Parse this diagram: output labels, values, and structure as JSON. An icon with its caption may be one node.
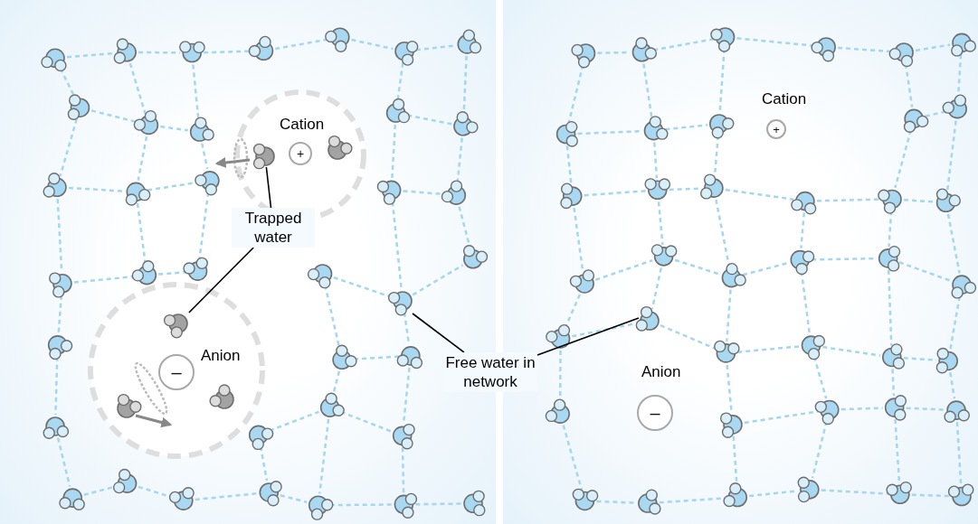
{
  "diagram": {
    "nodes": [
      {
        "text": [
          "+"
        ],
        "beside": [
          "Cation"
        ]
      },
      {
        "text": [],
        "shape": "circle"
      },
      {
        "text": [
          "Trapped water"
        ]
      },
      {
        "text": [],
        "shape": "circle"
      },
      {
        "text": [
          "–"
        ],
        "beside": [
          "Anion"
        ]
      },
      {
        "text": [
          "Free water in network"
        ]
      },
      {
        "text": [
          "+"
        ],
        "beside": [
          "Cation"
        ]
      },
      {
        "text": [
          "–"
        ],
        "beside": [
          "Anion"
        ]
      }
    ],
    "edges": [
      {
        "from": 2,
        "to": 1,
        "arrow": "none"
      },
      {
        "from": 2,
        "to": 3,
        "arrow": "none"
      },
      {
        "from": 5,
        "to": null,
        "arrow": "none"
      },
      {
        "from": 5,
        "to": null,
        "arrow": "none"
      }
    ]
  }
}
